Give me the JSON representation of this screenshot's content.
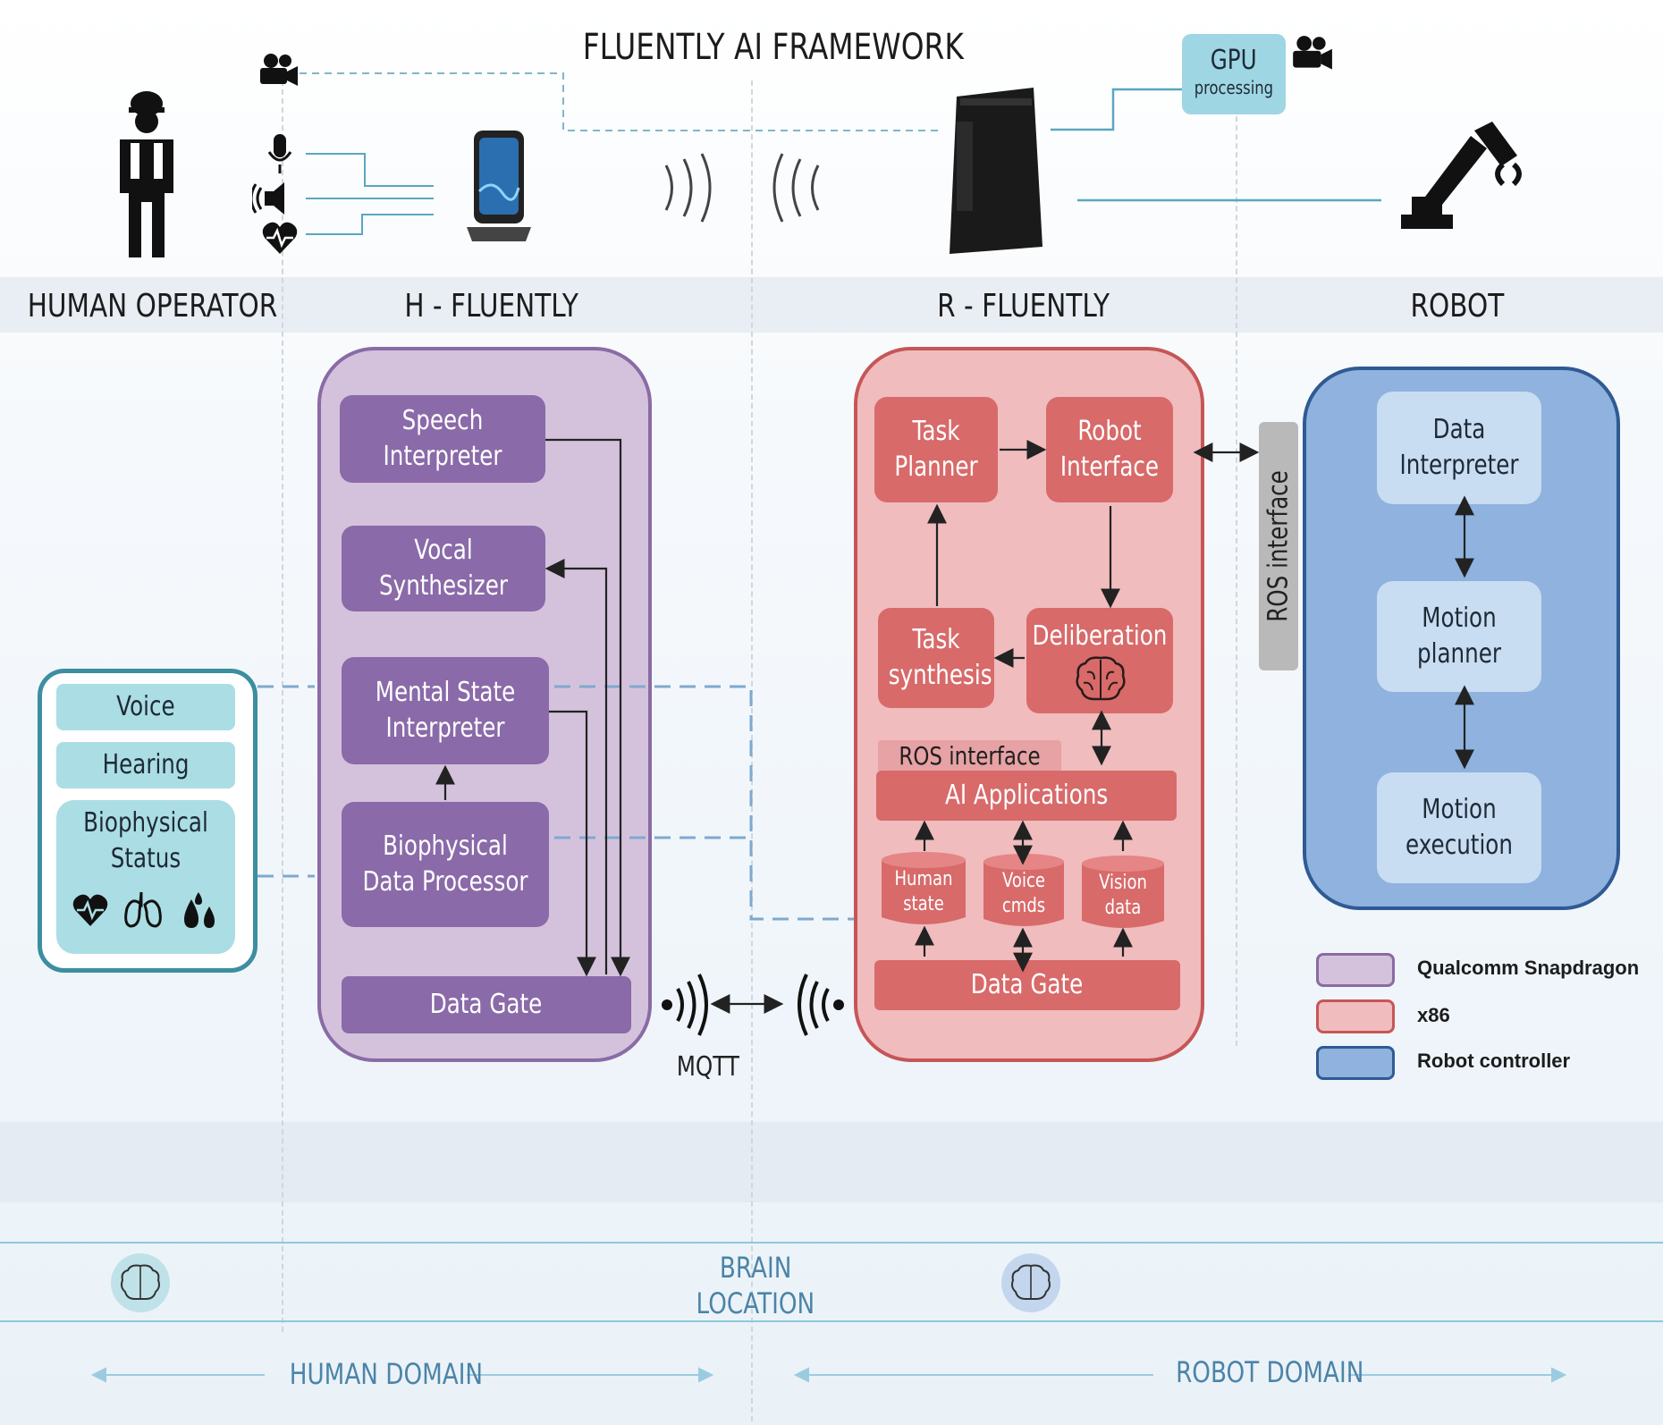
{
  "title": "FLUENTLY AI FRAMEWORK",
  "columns": {
    "human_operator": "HUMAN OPERATOR",
    "h_fluently": "H - FLUENTLY",
    "r_fluently": "R - FLUENTLY",
    "robot": "ROBOT"
  },
  "gpu": {
    "line1": "GPU",
    "line2": "processing"
  },
  "operator": {
    "voice": "Voice",
    "hearing": "Hearing",
    "biophysical": "Biophysical Status"
  },
  "h_fluently": {
    "speech": "Speech Interpreter",
    "vocal": "Vocal Synthesizer",
    "mental": "Mental State Interpreter",
    "biophysical": "Biophysical Data Processor",
    "data_gate": "Data Gate"
  },
  "r_fluently": {
    "task_planner": "Task Planner",
    "robot_interface": "Robot Interface",
    "task_synthesis": "Task synthesis",
    "deliberation": "Deliberation",
    "ros_interface": "ROS interface",
    "ai_applications": "AI Applications",
    "human_state": "Human state",
    "voice_cmds": "Voice cmds",
    "vision_data": "Vision data",
    "data_gate": "Data Gate"
  },
  "ros_tab": "ROS interface",
  "robot": {
    "data_interpreter": "Data Interpreter",
    "motion_planner": "Motion planner",
    "motion_execution": "Motion execution"
  },
  "mqtt": "MQTT",
  "legend": [
    {
      "label": "Qualcomm Snapdragon",
      "fill": "#d4c2dc",
      "stroke": "#8a6ba5"
    },
    {
      "label": "x86",
      "fill": "#f0bcbe",
      "stroke": "#c65656"
    },
    {
      "label": "Robot controller",
      "fill": "#8fb2de",
      "stroke": "#2f5a93"
    }
  ],
  "brain_location": {
    "line1": "BRAIN",
    "line2": "LOCATION"
  },
  "domains": {
    "human": "HUMAN DOMAIN",
    "robot": "ROBOT DOMAIN"
  },
  "colors": {
    "purple": "#8a6aa8",
    "red": "#d86a6a",
    "blue": "#8fb2de",
    "teal": "#abdde4",
    "domain_text": "#4b84a8"
  }
}
